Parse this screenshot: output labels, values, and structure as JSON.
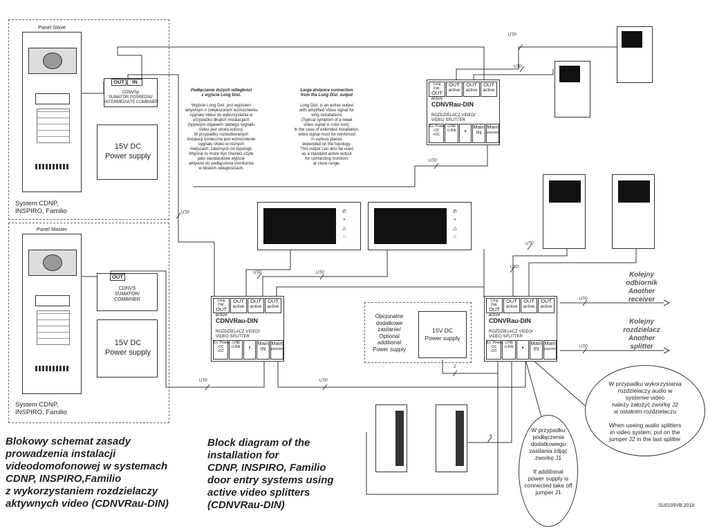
{
  "panels": {
    "slave": {
      "title": "Panel Slave",
      "system_caption": "System CDNP,\nINSPIRO, Familio"
    },
    "master": {
      "title": "Panel Master",
      "system_caption": "System CDNP,\nINSPIRO, Familio"
    }
  },
  "combiner_top": {
    "port_out": "OUT",
    "port_in": "IN",
    "label": "CDNVSp\nSUMATOR POŚREDNI/\nINTERMEDIATE COMBINER"
  },
  "combiner_bottom": {
    "port_out": "OUT",
    "label": "CDNVS\nSUMATOR/\nCOMBINER"
  },
  "power_supply_top": "15V DC\nPower supply",
  "power_supply_bottom": "15V DC\nPower supply",
  "optional_supply": {
    "label": "Opcjonalne\ndodatkowe\nzasilanie/\nOptional\nadditional\nPower supply",
    "box": "15V DC\nPower supply"
  },
  "long_dist_pl": {
    "title": "Podłączenie dużych odległości\nz wyjścia Long Dist.",
    "body": "Wyjście Long Dist. jest wyjściem\naktywnym o zwiększonym wzmocnieniu\nsygnału Video do wykorzystania w\nprzypadku długich instalacjach\n(typowym objawem słabego sygnału\nVideo jest utrata koloru).\nW przypadku rozbudowanych\ninstalacji konieczne jest wzmocnienie\nsygnału Video w różnych\nmiejscach, zależnych od topologii.\nWyjście to może być również użyte\njako standardowe wyjście\naktywne do podłączenia monitorów\nw bliskich odległościach."
  },
  "long_dist_en": {
    "title": "Large distance connection\nfrom the Long Dist. output",
    "body": "Long Dist. is an active output\nwith amplified Video signal for\nlong installations\n(Typical symptom of a weak\nvideo signal is color lost).\nIn the case of extended installation,\nvideo signal must be reinforced\nin various places\ndepended on the topology.\nThis output can also be used\nas a standard active output\nfor connecting monitors\nat close range."
  },
  "splitter": {
    "name": "CDNVRau-DIN",
    "sub": "ROZDZIELACZ VIDEO/\nVIDEO SPLITTER",
    "port_top_small": "Long Dist.",
    "port_out": "OUT",
    "port_active": "active",
    "bottom_left": "Ex. Power",
    "bottom_left2": "-DC\n+DC",
    "bottom_line": "-LINE\n+LINE",
    "main": "Main",
    "main_in": "IN",
    "passive": "passive"
  },
  "cable_label": "UTP",
  "wire_numbers": {
    "two": "2",
    "four": "4"
  },
  "next_receiver": "Kolejny\nodbiornik\nAnother\nreceiver",
  "next_splitter": "Kolejny\nrozdzielacz\nAnother\nsplitter",
  "note_j1": "W przypadku\npodłączenia\ndodatkowego\nzasilania zdjąć\nzworkę J1\n\nIf additional\npower supply is\nconnected take off\njumper J1",
  "note_j2": "W przypadku wykorzystania\nrozdzielaczy audio w\nsystemie video\nnależy założyć zworkę J2\nw ostatnim rozdzielaczu\n\nWhen useing audio splitters\nin video system, put on the\njumper J2 in the last splitter",
  "title_pl": "Blokowy schemat zasady\nprowadzenia instalacji\nvideodomofonowej w systemach\nCDNP, INSPIRO,Familio\nz wykorzystaniem rozdzielaczy\naktywnych video (CDNVRau-DIN)",
  "title_en": "Block diagram of the\ninstallation for\nCDNP, INSPIRO, Familio\ndoor entry systems using\nactive video splitters\n(CDNVRau-DIN)",
  "doc_code": "SU0105VB.2018",
  "colors": {
    "line": "#333333",
    "screen": "#111111",
    "arrow_text": "#555555"
  }
}
